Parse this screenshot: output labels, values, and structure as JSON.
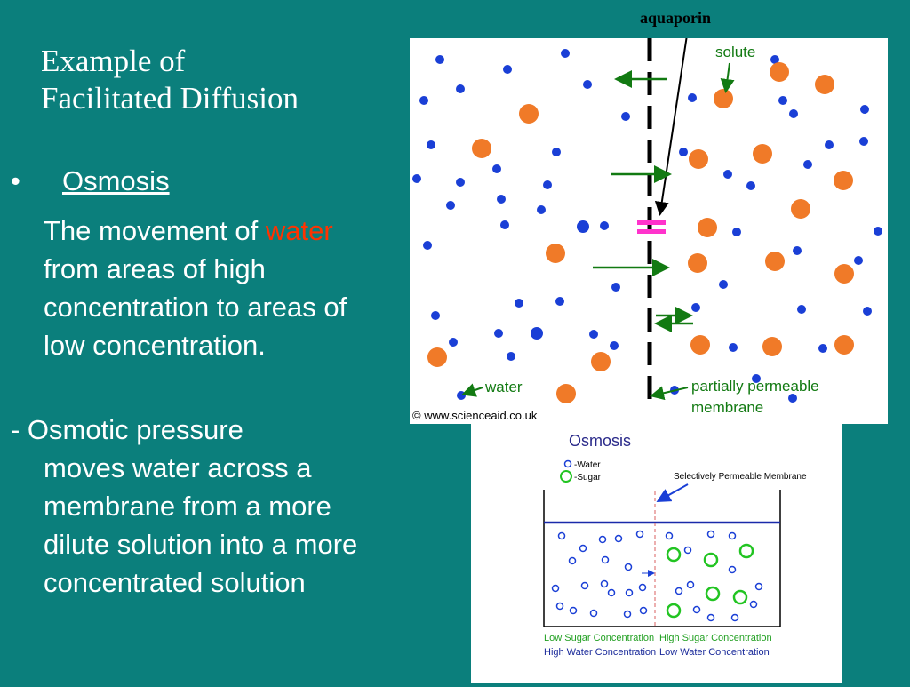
{
  "slide": {
    "title_line1": "Example of",
    "title_line2": "Facilitated Diffusion",
    "bullet_marker": "•",
    "bullet_term": "Osmosis",
    "definition_pre": "The movement of ",
    "definition_highlight": "water",
    "definition_post": " from areas of high concentration to areas of low concentration.",
    "note_line1": "- Osmotic pressure",
    "note_rest": "moves water across a membrane from a more dilute solution into a more concentrated solution"
  },
  "figure1": {
    "callout_aquaporin": "aquaporin",
    "label_solute": "solute",
    "label_water": "water",
    "label_membrane_line1": "partially permeable",
    "label_membrane_line2": "membrane",
    "credit": "© www.scienceaid.co.uk"
  },
  "figure2": {
    "title": "Osmosis",
    "legend_water": "-Water",
    "legend_sugar": "-Sugar",
    "membrane_label": "Selectively Permeable Membrane",
    "left_label_line1": "Low Sugar Concentration",
    "left_label_line2": "High Water Concentration",
    "right_label_line1": "High Sugar Concentration",
    "right_label_line2": "Low Water Concentration"
  },
  "colors": {
    "background": "#0b7f7c",
    "highlight": "#ff3300",
    "water_dot": "#1a3fd6",
    "solute_dot": "#f07a28",
    "arrow": "#127a12",
    "aquaporin": "#ff33cc",
    "sugar_circle": "#22c422"
  }
}
